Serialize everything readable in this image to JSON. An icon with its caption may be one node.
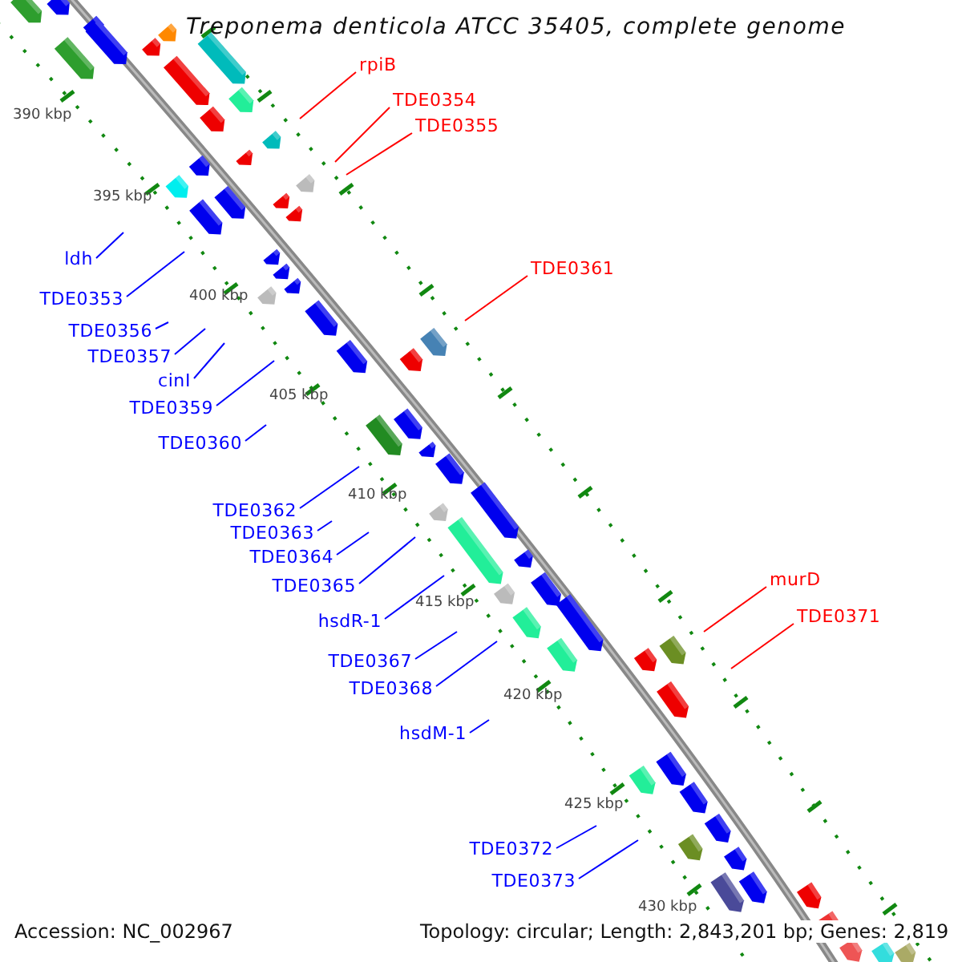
{
  "diagram": {
    "title": "Treponema denticola ATCC 35405, complete genome",
    "nodes": [
      {
        "text": [
          "rpiB"
        ]
      },
      {
        "text": [
          "TDE0354"
        ]
      },
      {
        "text": [
          "TDE0355"
        ]
      },
      {
        "text": [
          "ldh"
        ]
      },
      {
        "text": [
          "TDE0361"
        ]
      },
      {
        "text": [
          "TDE0353"
        ]
      },
      {
        "text": [
          "TDE0356"
        ]
      },
      {
        "text": [
          "TDE0357"
        ]
      },
      {
        "text": [
          "cinI"
        ]
      },
      {
        "text": [
          "TDE0359"
        ]
      },
      {
        "text": [
          "TDE0360"
        ]
      },
      {
        "text": [
          "TDE0362"
        ]
      },
      {
        "text": [
          "TDE0363"
        ]
      },
      {
        "text": [
          "TDE0364"
        ]
      },
      {
        "text": [
          "TDE0365"
        ]
      },
      {
        "text": [
          "murD"
        ]
      },
      {
        "text": [
          "TDE0371"
        ]
      },
      {
        "text": [
          "hsdR-1"
        ]
      },
      {
        "text": [
          "TDE0367"
        ]
      },
      {
        "text": [
          "TDE0368"
        ]
      },
      {
        "text": [
          "hsdM-1"
        ]
      },
      {
        "text": [
          "TDE0372"
        ]
      },
      {
        "text": [
          "TDE0373"
        ]
      }
    ],
    "edges": [
      {
        "from": 0,
        "to": null,
        "arrow": "none",
        "color": "#ff0000"
      },
      {
        "from": 1,
        "to": null,
        "arrow": "none",
        "color": "#ff0000"
      },
      {
        "from": 2,
        "to": null,
        "arrow": "none",
        "color": "#ff0000"
      },
      {
        "from": 3,
        "to": null,
        "arrow": "none"
      },
      {
        "from": 4,
        "to": null,
        "arrow": "none",
        "color": "#ff0000"
      },
      {
        "from": 5,
        "to": null,
        "arrow": "none"
      },
      {
        "from": 6,
        "to": null,
        "arrow": "none"
      },
      {
        "from": 7,
        "to": null,
        "arrow": "none"
      },
      {
        "from": 8,
        "to": null,
        "arrow": "none"
      },
      {
        "from": 9,
        "to": null,
        "arrow": "none"
      },
      {
        "from": 10,
        "to": null,
        "arrow": "none"
      },
      {
        "from": 11,
        "to": null,
        "arrow": "none"
      },
      {
        "from": 12,
        "to": null,
        "arrow": "none"
      },
      {
        "from": 13,
        "to": null,
        "arrow": "none"
      },
      {
        "from": 14,
        "to": null,
        "arrow": "none"
      },
      {
        "from": 15,
        "to": null,
        "arrow": "none",
        "color": "#ff0000"
      },
      {
        "from": 16,
        "to": null,
        "arrow": "none",
        "color": "#ff0000"
      },
      {
        "from": 17,
        "to": null,
        "arrow": "none"
      },
      {
        "from": 18,
        "to": null,
        "arrow": "none"
      },
      {
        "from": 19,
        "to": null,
        "arrow": "none"
      },
      {
        "from": 20,
        "to": null,
        "arrow": "none"
      },
      {
        "from": 21,
        "to": null,
        "arrow": "none"
      },
      {
        "from": 22,
        "to": null,
        "arrow": "none"
      }
    ],
    "labels": [
      "390 kbp",
      "395 kbp",
      "400 kbp",
      "405 kbp",
      "410 kbp",
      "415 kbp",
      "420 kbp",
      "425 kbp",
      "430 kbp",
      "Accession: NC_002967",
      "Topology: circular; Length: 2,843,201 bp; Genes: 2,819"
    ]
  }
}
